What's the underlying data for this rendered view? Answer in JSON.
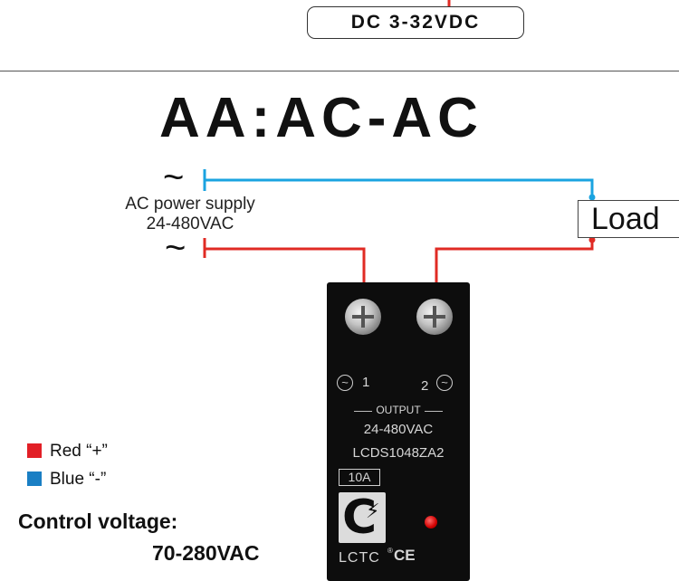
{
  "top_label": "DC 3-32VDC",
  "title": "AA:AC-AC",
  "supply": {
    "tilde_symbol": "~",
    "label": "AC power supply",
    "range": "24-480VAC"
  },
  "load_label": "Load",
  "relay": {
    "terminal_1": "1",
    "terminal_2": "2",
    "terminal_symbol": "~",
    "output_label": "OUTPUT",
    "output_range": "24-480VAC",
    "model": "LCDS1048ZA2",
    "current": "10A",
    "brand": "LCTC",
    "certification": "CE",
    "registered_mark": "®"
  },
  "legend": {
    "red_label": "Red “+”",
    "blue_label": "Blue “-”",
    "red_color": "#e21f26",
    "blue_color": "#1a7fc4"
  },
  "control_voltage": {
    "label": "Control voltage:",
    "value": "70-280VAC"
  },
  "colors": {
    "wire_blue": "#1aa3e0",
    "wire_red": "#e02b24"
  }
}
